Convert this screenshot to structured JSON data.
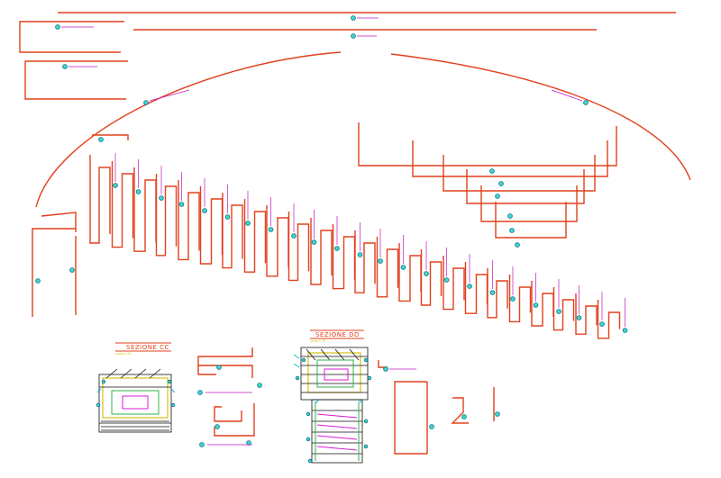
{
  "sections": [
    {
      "title": "SEZIONE CC",
      "subtitle": "scala 1:20"
    },
    {
      "title": "SEZIONE DD",
      "subtitle": "scala 1:20"
    }
  ],
  "colors": {
    "rebar": "#e2401c",
    "label": "#c016c0",
    "bubble": "#3ed6d6",
    "lines": "#111111",
    "stirrup": "#2db34a",
    "section_outline": "#d6c21a"
  },
  "icons": [
    "position-marker-icon"
  ]
}
